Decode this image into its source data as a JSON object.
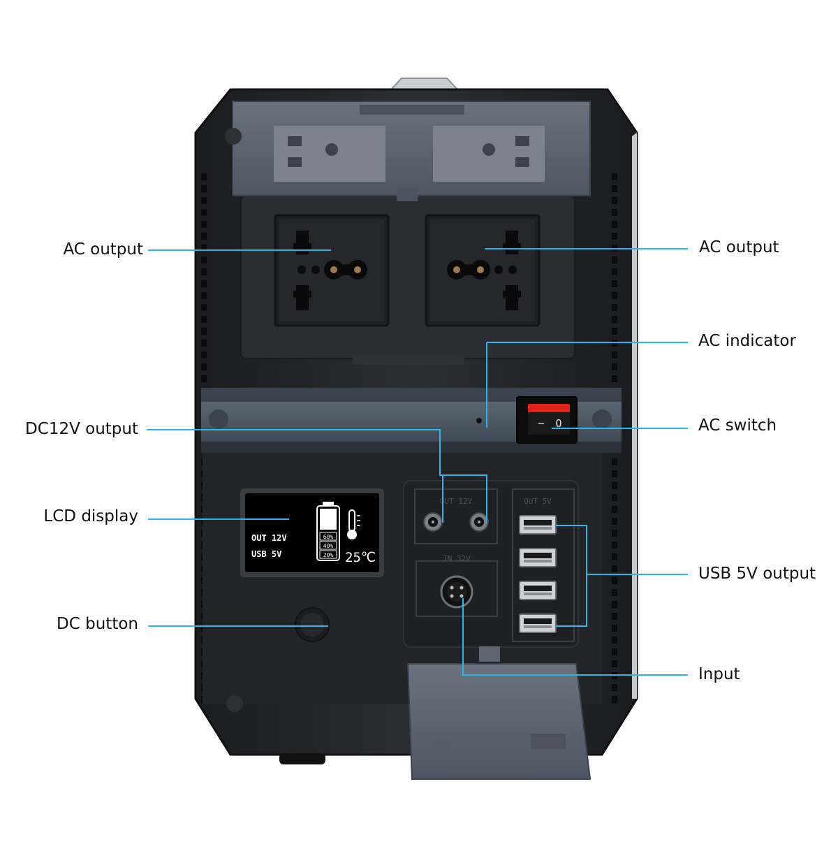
{
  "colors": {
    "leader_line": "#29b6e8",
    "case_dark": "#222528",
    "panel": "#2a2d31",
    "rail": "#4b5562",
    "lid": "#5a6270",
    "lcd_bg": "#000000",
    "lcd_fg": "#ffffff",
    "switch_red": "#e0221b"
  },
  "callouts": {
    "ac_output_left": "AC output",
    "ac_output_right": "AC output",
    "ac_indicator": "AC indicator",
    "dc12v_output": "DC12V output",
    "ac_switch": "AC switch",
    "lcd_display": "LCD display",
    "usb_5v_output": "USB 5V output",
    "dc_button": "DC button",
    "input": "Input"
  },
  "device": {
    "port_labels": {
      "out_12v": "OUT 12V",
      "out_5v": "OUT 5V",
      "in_32v": "IN 32V"
    },
    "switch_symbols": {
      "on": "−",
      "off": "O"
    },
    "lcd": {
      "line1": "OUT 12V",
      "line2": "USB 5V",
      "battery_levels": [
        "60%",
        "40%",
        "20%"
      ],
      "temperature": "25℃"
    },
    "usb_port_count": 4
  }
}
